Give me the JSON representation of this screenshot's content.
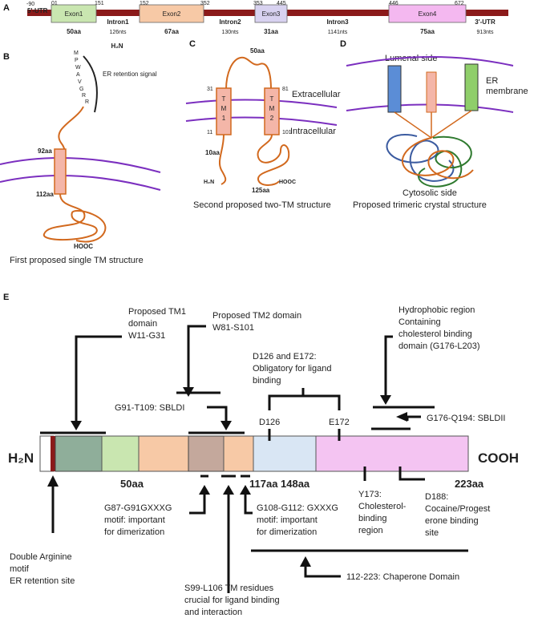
{
  "panel_a": {
    "letter": "A",
    "utr5": "5'-UTR",
    "utr5_num": "-90",
    "utr3": "3'-UTR",
    "utr3_nts": "913nts",
    "exons": [
      {
        "label": "Exon1",
        "start": "01",
        "end": "151",
        "aa": "50aa"
      },
      {
        "label": "Exon2",
        "start": "152",
        "end": "352",
        "aa": "67aa"
      },
      {
        "label": "Exon3",
        "start": "353",
        "end": "445",
        "aa": "31aa"
      },
      {
        "label": "Exon4",
        "start": "446",
        "end": "672",
        "aa": "75aa"
      }
    ],
    "introns": [
      {
        "label": "Intron1",
        "nts": "126nts"
      },
      {
        "label": "Intron2",
        "nts": "130nts"
      },
      {
        "label": "Intron3",
        "nts": "1141nts"
      }
    ],
    "h2n": "H₂N"
  },
  "panel_b": {
    "letter": "B",
    "seq": [
      "M",
      "P",
      "W",
      "A",
      "V",
      "G",
      "R",
      "R"
    ],
    "er_signal": "ER retention signal",
    "aa92": "92aa",
    "aa112": "112aa",
    "hooc": "HOOC",
    "caption": "First proposed single TM structure"
  },
  "panel_c": {
    "letter": "C",
    "aa50": "50aa",
    "extracellular": "Extracellular",
    "intracellular": "Intracellular",
    "tm1": [
      "T",
      "M",
      "1"
    ],
    "tm2": [
      "T",
      "M",
      "2"
    ],
    "n31": "31",
    "n81": "81",
    "n11": "11",
    "n101": "101",
    "aa10": "10aa",
    "h2n": "H₂N",
    "hooc": "HOOC",
    "aa125": "125aa",
    "caption": "Second proposed two-TM structure"
  },
  "panel_d": {
    "letter": "D",
    "lumenal": "Lumenal side",
    "er": "ER",
    "membrane": "membrane",
    "cytosolic": "Cytosolic side",
    "caption": "Proposed trimeric crystal structure"
  },
  "panel_e": {
    "letter": "E",
    "tm1_domain": [
      "Proposed TM1",
      "domain",
      "W11-G31"
    ],
    "tm2_domain": [
      "Proposed TM2 domain",
      "W81-S101"
    ],
    "hydrophobic": [
      "Hydrophobic region",
      "Containing",
      "cholesterol binding",
      "domain (G176-L203)"
    ],
    "d126_e172": [
      "D126 and E172:",
      "Obligatory for ligand",
      "binding"
    ],
    "sbldi": "G91-T109: SBLDI",
    "d126": "D126",
    "e172": "E172",
    "sbldii": "G176-Q194: SBLDII",
    "h2n": "H₂N",
    "cooh": "COOH",
    "aa50": "50aa",
    "aa117": "117aa",
    "aa148": "148aa",
    "aa223": "223aa",
    "double_arg": [
      "Double Arginine",
      "motif",
      "ER retention site"
    ],
    "g87": [
      "G87-G91GXXXG",
      "motif: important",
      "for dimerization"
    ],
    "s99": [
      "S99-L106 TM residues",
      "crucial for ligand binding",
      "and interaction"
    ],
    "g108": [
      "G108-G112: GXXXG",
      "motif: important",
      "for dimerization"
    ],
    "y173": [
      "Y173:",
      "Cholesterol-",
      "binding",
      "region"
    ],
    "d188": [
      "D188:",
      "Cocaine/Progest",
      "erone binding",
      "site"
    ],
    "chaperone": "112-223: Chaperone Domain"
  },
  "colors": {
    "gene_bar": "#8b1a1a",
    "exon1": "#c9e6b0",
    "exon2": "#f7c9a6",
    "exon3": "#d8d2f0",
    "exon4": "#f4b8f0",
    "coil": "#d2691e",
    "membrane": "#7b2fbf",
    "tm": "#f4b6a8",
    "helix_blue": "#5b8dd6",
    "helix_green": "#8fce6a"
  }
}
